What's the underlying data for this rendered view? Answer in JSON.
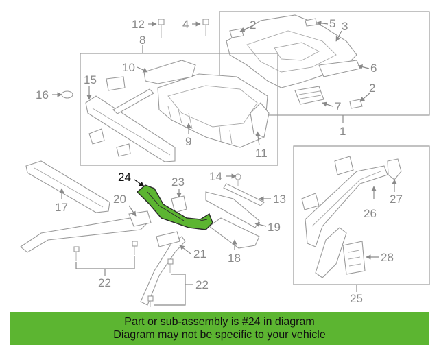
{
  "diagram": {
    "highlight_color": "#5cb531",
    "highlight_stroke": "#2a2a2a",
    "callouts": {
      "c1": "1",
      "c2a": "2",
      "c2b": "2",
      "c3": "3",
      "c4": "4",
      "c5": "5",
      "c6": "6",
      "c7": "7",
      "c8": "8",
      "c9": "9",
      "c10": "10",
      "c11": "11",
      "c12": "12",
      "c13": "13",
      "c14": "14",
      "c15": "15",
      "c16": "16",
      "c17": "17",
      "c18": "18",
      "c19": "19",
      "c20": "20",
      "c21": "21",
      "c22a": "22",
      "c22b": "22",
      "c23": "23",
      "c24": "24",
      "c25": "25",
      "c26": "26",
      "c27": "27",
      "c28": "28"
    }
  },
  "banner": {
    "line1": "Part or sub-assembly is #24 in diagram",
    "line2": "Diagram may not be specific to your vehicle"
  }
}
